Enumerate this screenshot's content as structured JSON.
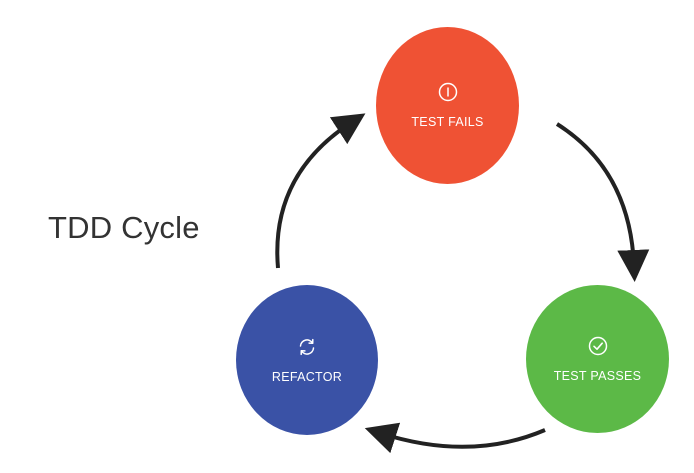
{
  "diagram": {
    "title": "TDD Cycle",
    "nodes": [
      {
        "label": "TEST FAILS",
        "icon": "alert-circle-icon",
        "color": "#ef5234"
      },
      {
        "label": "TEST PASSES",
        "icon": "check-circle-icon",
        "color": "#5cb947"
      },
      {
        "label": "REFACTOR",
        "icon": "refresh-icon",
        "color": "#3a52a6"
      }
    ],
    "arrow_color": "#222222"
  }
}
